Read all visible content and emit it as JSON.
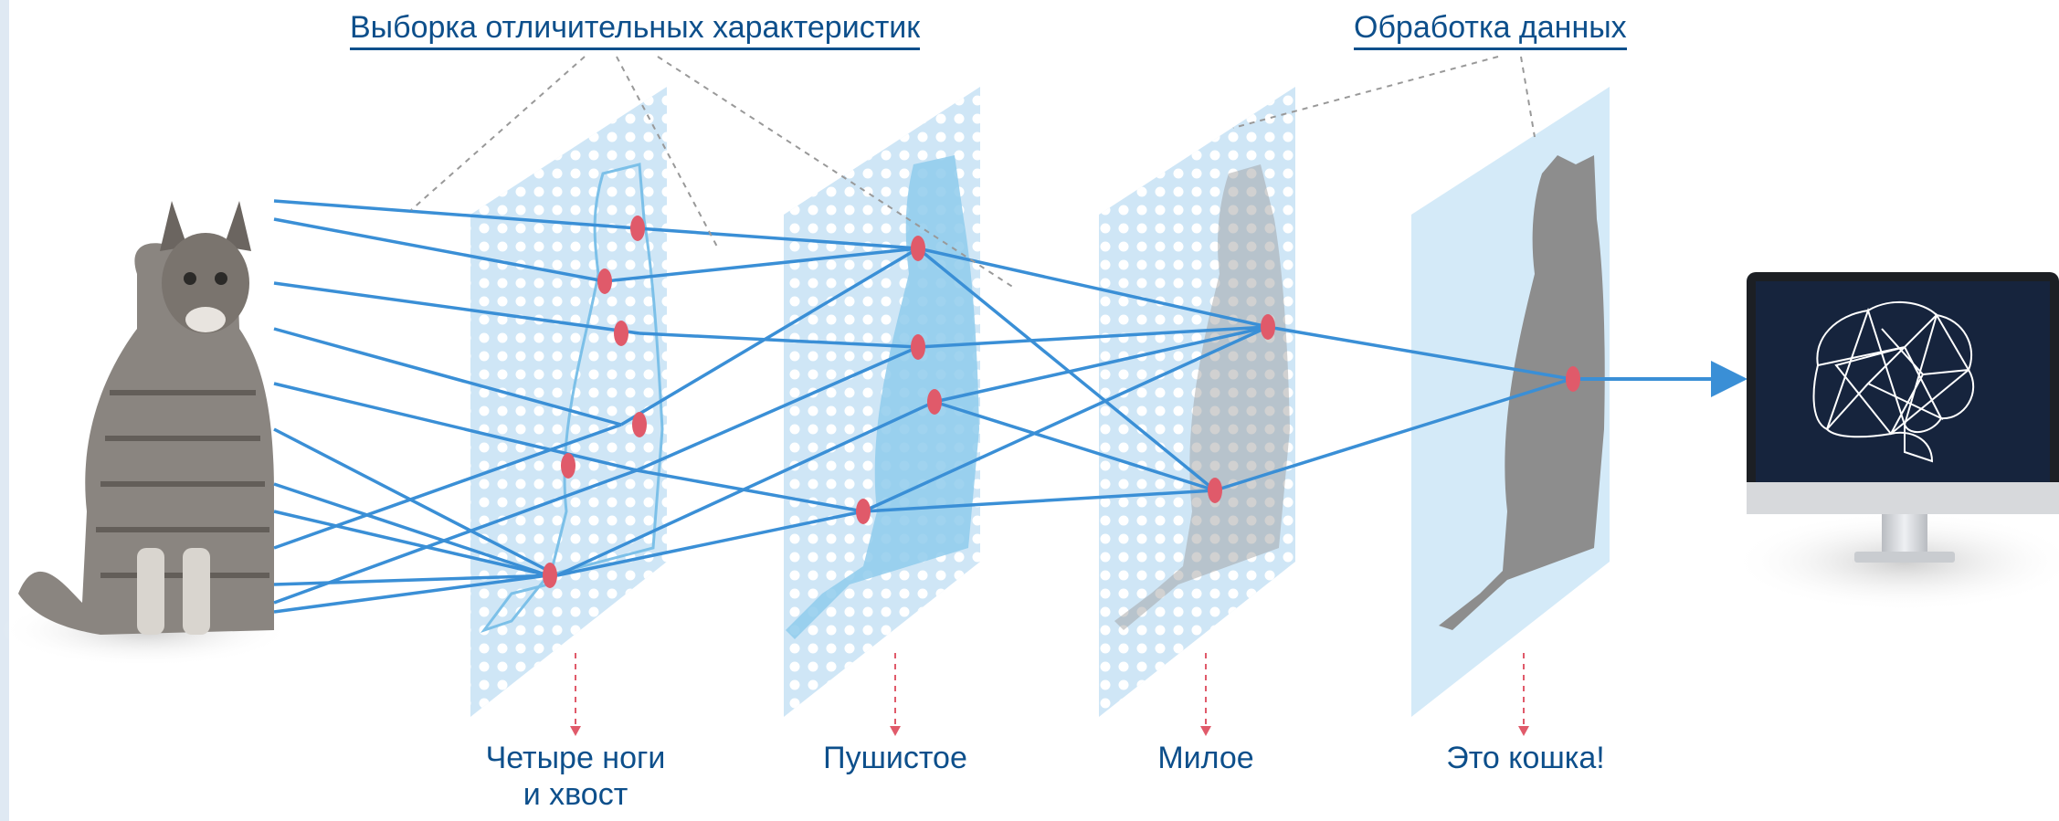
{
  "headers": {
    "feature_extraction": "Выборка отличительных характеристик",
    "data_processing": "Обработка данных"
  },
  "layers": [
    {
      "label_line1": "Четыре ноги",
      "label_line2": "и хвост"
    },
    {
      "label_line1": "Пушистое"
    },
    {
      "label_line1": "Милое"
    },
    {
      "label_line1": "Это кошка!"
    }
  ],
  "colors": {
    "connection": "#3a8fd6",
    "node": "#e05a6a",
    "panel": "#d8ecf8",
    "label_text": "#0d4f8b",
    "monitor_screen": "#16243d",
    "dashed_guide": "#999999",
    "down_arrow": "#e05a6a"
  },
  "icons": [
    "cat-photo",
    "brain-network-icon",
    "monitor-icon"
  ]
}
